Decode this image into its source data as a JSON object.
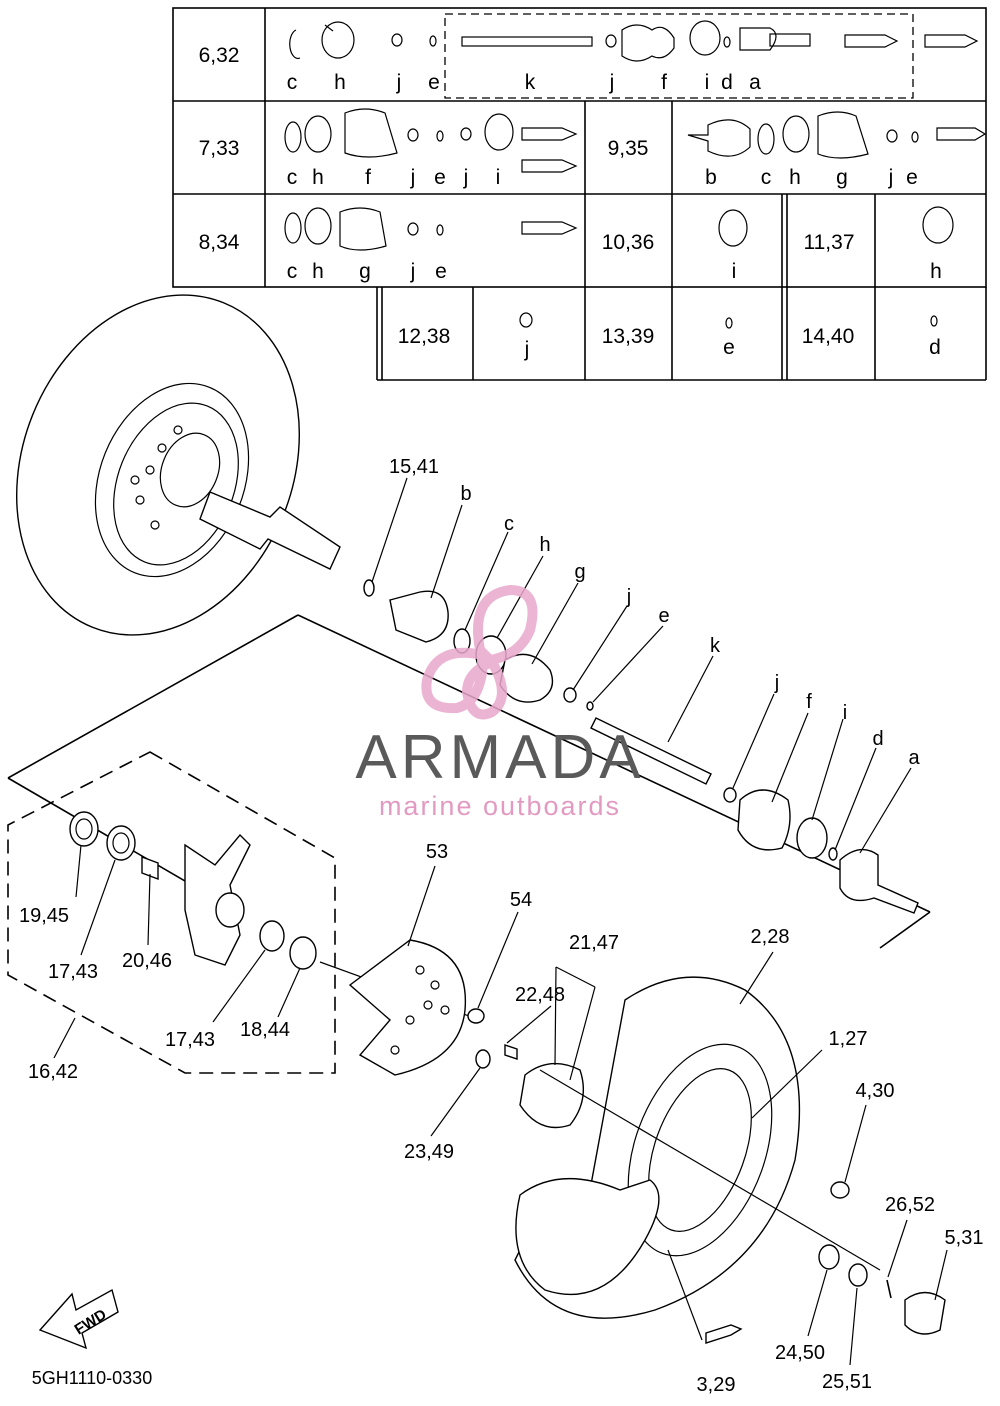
{
  "watermark": {
    "brand": "ARMADA",
    "tagline": "marine outboards",
    "brand_color": "#5a5a5a",
    "logo_color": "#e9a8cc"
  },
  "legend_table": [
    {
      "ref": "6,32",
      "letters": [
        "c",
        "h",
        "j",
        "e",
        "k",
        "j",
        "f",
        "i",
        "d",
        "a"
      ]
    },
    {
      "ref": "7,33",
      "letters": [
        "c",
        "h",
        "f",
        "j",
        "e",
        "j",
        "i"
      ]
    },
    {
      "ref": "9,35",
      "letters": [
        "b",
        "c",
        "h",
        "g",
        "j",
        "e"
      ]
    },
    {
      "ref": "8,34",
      "letters": [
        "c",
        "h",
        "g",
        "j",
        "e"
      ]
    },
    {
      "ref": "10,36",
      "letters": [
        "i"
      ]
    },
    {
      "ref": "11,37",
      "letters": [
        "h"
      ]
    },
    {
      "ref": "12,38",
      "letters": [
        "j"
      ]
    },
    {
      "ref": "13,39",
      "letters": [
        "e"
      ]
    },
    {
      "ref": "14,40",
      "letters": [
        "d"
      ]
    }
  ],
  "shaft_labels": [
    "15,41",
    "b",
    "c",
    "h",
    "g",
    "j",
    "e",
    "k",
    "j",
    "f",
    "i",
    "d",
    "a"
  ],
  "part_labels": [
    "53",
    "54",
    "21,47",
    "22,48",
    "2,28",
    "1,27",
    "4,30",
    "19,45",
    "17,43",
    "20,46",
    "17,43",
    "18,44",
    "16,42",
    "23,49",
    "26,52",
    "5,31",
    "24,50",
    "25,51",
    "3,29"
  ],
  "fwd_label": "FWD",
  "diagram_code": "5GH1110-0330"
}
